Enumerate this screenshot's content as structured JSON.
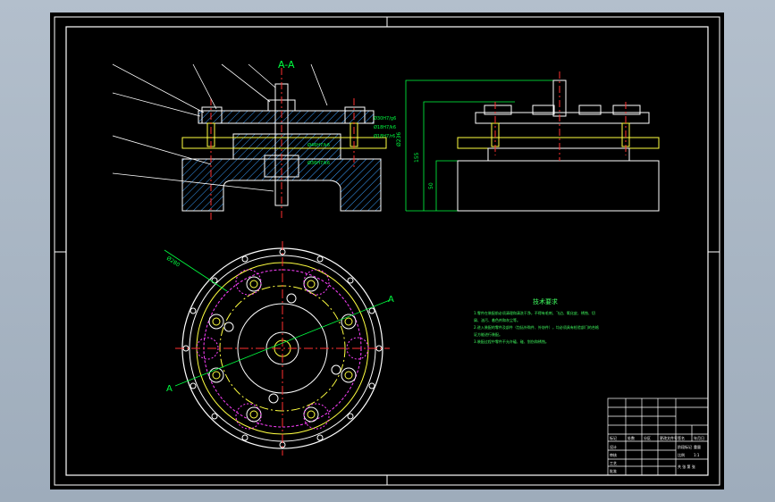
{
  "colors": {
    "background": "#000000",
    "frame": "#ffffff",
    "part": "#ffffff",
    "center_line": "#ff3030",
    "hatch": "#3aa0ff",
    "dimension": "#00ff40",
    "bolt": "#ffff40",
    "pattern": "#ff40ff",
    "note_text": "#40ff60"
  },
  "section_view": {
    "title": "A-A",
    "dim_labels": [
      "Ø30H7/g6",
      "Ø18H7/k6",
      "Ø46H7/k6",
      "Ø36H7/k6",
      "Ø18H7/r6"
    ]
  },
  "side_view": {
    "dims": [
      "Ø236",
      "155",
      "50"
    ]
  },
  "plan_view": {
    "diameter_dim": "Ø280",
    "section_mark": "A"
  },
  "tech_requirements": {
    "title": "技术要求",
    "lines": [
      "1.零件在装配前必须清理和清洗干净，不得有毛刺、飞边、氧化皮、锈蚀、切",
      "屑、油污、着色剂和灰尘等。",
      "2.进入装配的零件及部件（包括外购件、外协件），均必须具有检验部门的合格",
      "证方能进行装配。",
      "3.装配过程中零件不允许磕、碰、划伤和锈蚀。"
    ]
  },
  "title_block": {
    "heading": [
      "标记",
      "处数",
      "分区",
      "更改文件号",
      "签名",
      "年月日"
    ],
    "roles": [
      "设计",
      "审核",
      "工艺",
      "批准"
    ],
    "columns": [
      "阶段标记",
      "重量",
      "比例"
    ],
    "scale": "1:1",
    "sheet": "共 张 第 张"
  }
}
